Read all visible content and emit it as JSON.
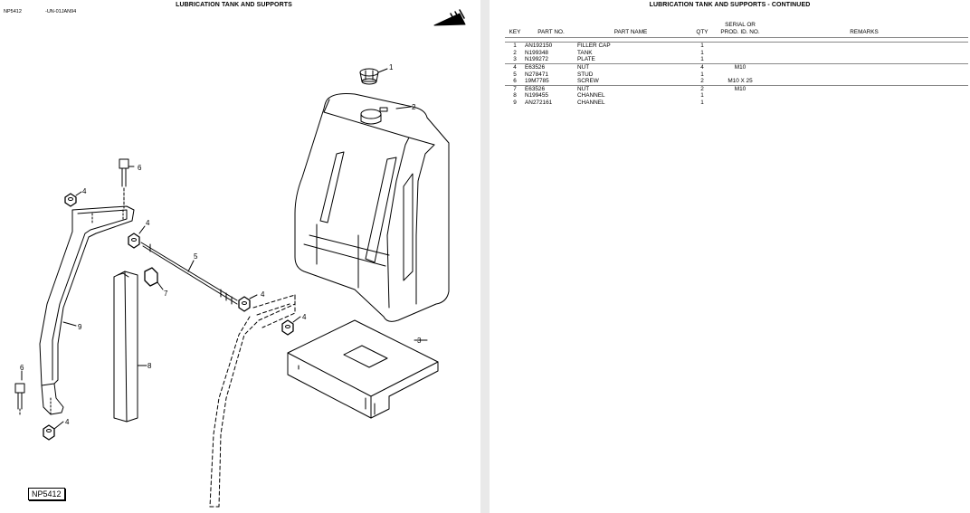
{
  "left": {
    "title": "LUBRICATION TANK AND SUPPORTS",
    "doc_code": "NP5412",
    "doc_date": "-UN-01JAN94",
    "figure_id": "NP5412",
    "callouts": [
      "1",
      "2",
      "6",
      "4",
      "4",
      "5",
      "7",
      "4",
      "9",
      "4",
      "3",
      "8",
      "6",
      "4"
    ]
  },
  "right": {
    "title": "LUBRICATION TANK AND SUPPORTS - CONTINUED",
    "headers": {
      "key": "KEY",
      "part_no": "PART NO.",
      "part_name": "PART NAME",
      "qty": "QTY",
      "serial_line1": "SERIAL OR",
      "serial_line2": "PROD. ID. NO.",
      "remarks": "REMARKS"
    },
    "rows": [
      {
        "key": "1",
        "part_no": "AN192150",
        "part_name": "FILLER CAP",
        "qty": "1",
        "serial": "",
        "remarks": ""
      },
      {
        "key": "2",
        "part_no": "N199348",
        "part_name": "TANK",
        "qty": "1",
        "serial": "",
        "remarks": ""
      },
      {
        "key": "3",
        "part_no": "N199272",
        "part_name": "PLATE",
        "qty": "1",
        "serial": "",
        "remarks": ""
      },
      {
        "key": "4",
        "part_no": "E63526",
        "part_name": "NUT",
        "qty": "4",
        "serial": "M10",
        "remarks": ""
      },
      {
        "key": "5",
        "part_no": "N278471",
        "part_name": "STUD",
        "qty": "1",
        "serial": "",
        "remarks": ""
      },
      {
        "key": "6",
        "part_no": "19M7785",
        "part_name": "SCREW",
        "qty": "2",
        "serial": "M10 X 25",
        "remarks": ""
      },
      {
        "key": "7",
        "part_no": "E63526",
        "part_name": "NUT",
        "qty": "2",
        "serial": "M10",
        "remarks": ""
      },
      {
        "key": "8",
        "part_no": "N199455",
        "part_name": "CHANNEL",
        "qty": "1",
        "serial": "",
        "remarks": ""
      },
      {
        "key": "9",
        "part_no": "AN272161",
        "part_name": "CHANNEL",
        "qty": "1",
        "serial": "",
        "remarks": ""
      }
    ]
  }
}
